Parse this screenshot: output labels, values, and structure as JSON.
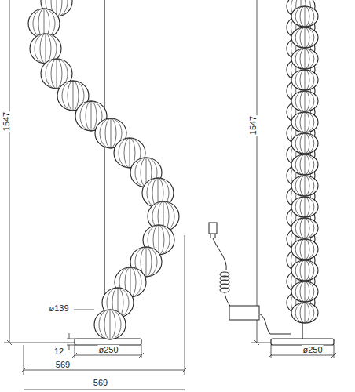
{
  "diagram": {
    "labels": [
      "1547",
      "ø139",
      "12",
      "ø250",
      "569",
      "1547",
      "ø250",
      "569"
    ]
  }
}
